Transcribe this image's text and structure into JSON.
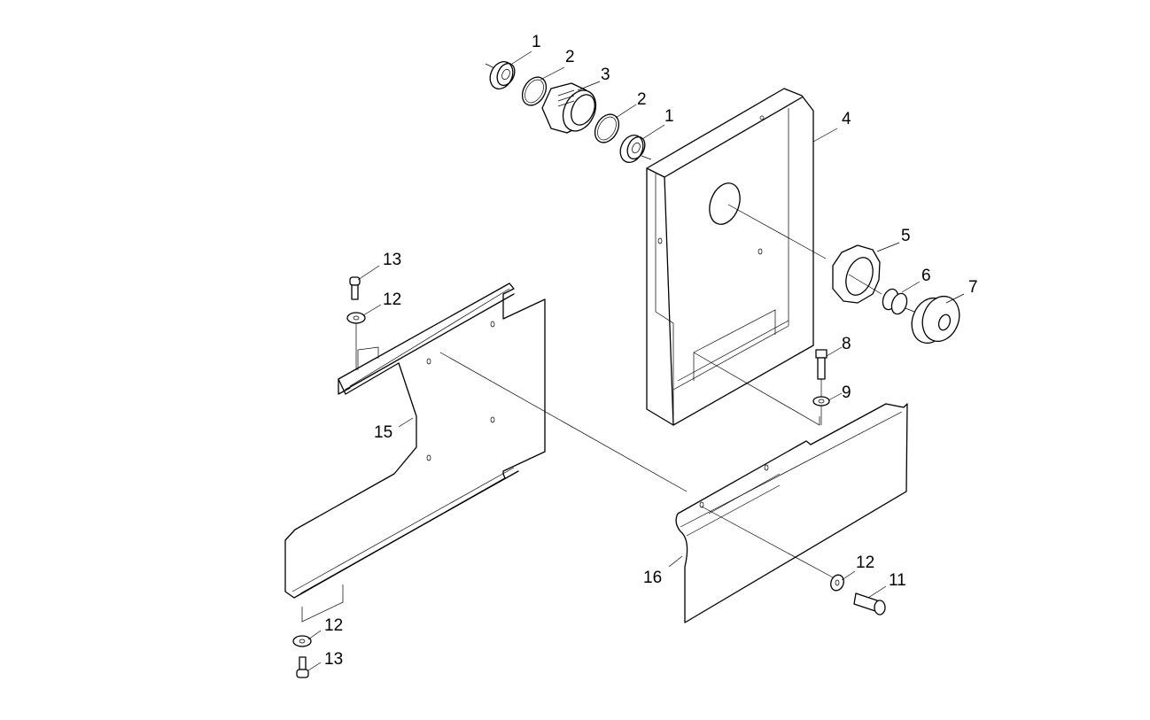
{
  "diagram": {
    "type": "exploded-parts-view",
    "callouts": [
      {
        "id": "c1a",
        "label": "1",
        "part": "bearing"
      },
      {
        "id": "c2a",
        "label": "2",
        "part": "retaining-ring"
      },
      {
        "id": "c3",
        "label": "3",
        "part": "threaded-hex-bushing"
      },
      {
        "id": "c2b",
        "label": "2",
        "part": "retaining-ring"
      },
      {
        "id": "c1b",
        "label": "1",
        "part": "bearing"
      },
      {
        "id": "c4",
        "label": "4",
        "part": "housing-frame"
      },
      {
        "id": "c5",
        "label": "5",
        "part": "slotted-nut"
      },
      {
        "id": "c6",
        "label": "6",
        "part": "needle-bearing"
      },
      {
        "id": "c7",
        "label": "7",
        "part": "grooved-roller"
      },
      {
        "id": "c8",
        "label": "8",
        "part": "hex-bolt"
      },
      {
        "id": "c9",
        "label": "9",
        "part": "washer"
      },
      {
        "id": "c13a",
        "label": "13",
        "part": "socket-head-screw"
      },
      {
        "id": "c12a",
        "label": "12",
        "part": "washer"
      },
      {
        "id": "c15",
        "label": "15",
        "part": "mounting-bracket"
      },
      {
        "id": "c16",
        "label": "16",
        "part": "cover-plate"
      },
      {
        "id": "c12b",
        "label": "12",
        "part": "washer"
      },
      {
        "id": "c11",
        "label": "11",
        "part": "hex-bolt"
      },
      {
        "id": "c12c",
        "label": "12",
        "part": "washer"
      },
      {
        "id": "c13b",
        "label": "13",
        "part": "socket-head-screw"
      }
    ]
  }
}
